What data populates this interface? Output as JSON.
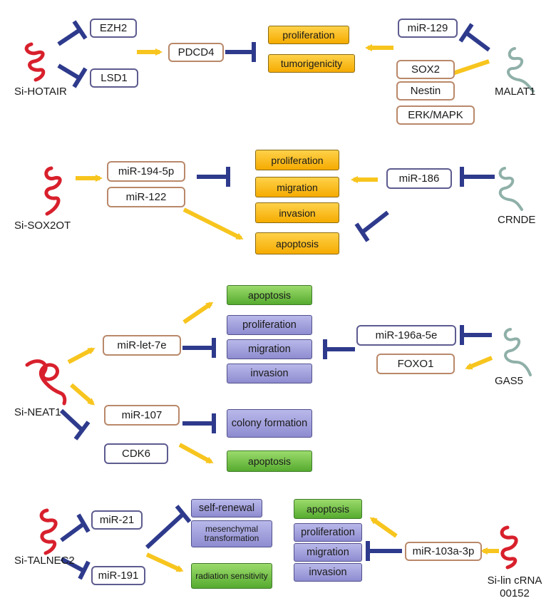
{
  "panel1": {
    "si_hotair": "Si-HOTAIR",
    "ezh2": "EZH2",
    "lsd1": "LSD1",
    "pdcd4": "PDCD4",
    "proliferation": "proliferation",
    "tumorigenicity": "tumorigenicity",
    "mir129": "miR-129",
    "sox2": "SOX2",
    "nestin": "Nestin",
    "erk_mapk": "ERK/MAPK",
    "malat1": "MALAT1"
  },
  "panel2": {
    "si_sox2ot": "Si-SOX2OT",
    "mir194": "miR-194-5p",
    "mir122": "miR-122",
    "proliferation": "proliferation",
    "migration": "migration",
    "invasion": "invasion",
    "apoptosis": "apoptosis",
    "mir186": "miR-186",
    "crnde": "CRNDE"
  },
  "panel3": {
    "si_neat1": "Si-NEAT1",
    "mir_let7e": "miR-let-7e",
    "mir107": "miR-107",
    "cdk6": "CDK6",
    "apoptosis_top": "apoptosis",
    "proliferation": "proliferation",
    "migration": "migration",
    "invasion": "invasion",
    "colony_formation": "colony formation",
    "apoptosis_bottom": "apoptosis",
    "mir196": "miR-196a-5e",
    "foxo1": "FOXO1",
    "gas5": "GAS5"
  },
  "panel4": {
    "si_talnec2": "Si-TALNEC2",
    "mir21": "miR-21",
    "mir191": "miR-191",
    "self_renewal": "self-renewal",
    "mesenchymal": "mesenchymal transformation",
    "radiation": "radiation sensitivity",
    "apoptosis": "apoptosis",
    "proliferation": "proliferation",
    "migration": "migration",
    "invasion": "invasion",
    "mir103": "miR-103a-3p",
    "si_lincrna": "Si-lin cRNA 00152"
  },
  "colors": {
    "activation_arrow": "#f7c51e",
    "inhibition_bar": "#2e3a8c",
    "rna_red": "#d8202c",
    "rna_grey": "#8fb0a8"
  }
}
